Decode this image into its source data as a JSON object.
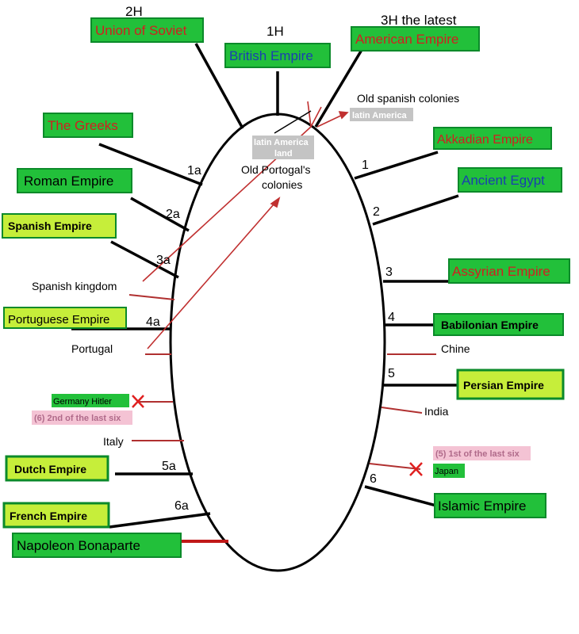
{
  "headings": {
    "h1": "1H",
    "h2": "2H",
    "h3": "3H the latest"
  },
  "top_empires": {
    "union_of_soviet": "Union of Soviet",
    "british_empire": "British Empire",
    "american_empire": "American Empire"
  },
  "left_empires": {
    "the_greeks": "The Greeks",
    "roman_empire": "Roman Empire",
    "spanish_empire": "Spanish Empire",
    "portuguese_empire": "Portuguese Empire",
    "dutch_empire": "Dutch Empire",
    "french_empire": "French Empire",
    "napoleon": "Napoleon Bonaparte"
  },
  "right_empires": {
    "akkadian_empire": "Akkadian Empire",
    "ancient_egypt": "Ancient Egypt",
    "assyrian_empire": "Assyrian Empire",
    "babilonian_empire": "Babilonian Empire",
    "persian_empire": "Persian Empire",
    "islamic_empire": "Islamic Empire"
  },
  "numbers": {
    "n1": "1",
    "n2": "2",
    "n3": "3",
    "n4": "4",
    "n5": "5",
    "n6": "6",
    "n1a": "1a",
    "n2a": "2a",
    "n3a": "3a",
    "n4a": "4a",
    "n5a": "5a",
    "n6a": "6a"
  },
  "labels": {
    "spanish_kingdom": "Spanish kingdom",
    "portugal": "Portugal",
    "italy": "Italy",
    "chine": "Chine",
    "india": "India",
    "germany_hitler": "Germany Hitler",
    "japan": "Japan",
    "second_of_last_six": "(6) 2nd of the last six",
    "first_of_last_six": "(5) 1st of the last six",
    "old_spanish_colonies": "Old spanish colonies",
    "latin_america": "latin America",
    "latin_america_land_1": "latin America",
    "latin_america_land_2": "land",
    "old_portugal_1": "Old Portogal's",
    "old_portugal_2": "colonies"
  },
  "colors": {
    "green_box": "#22c03a",
    "green_border": "#0b8a2a",
    "lime_box": "#c6ee3a",
    "red_text": "#d02020",
    "blue_text": "#1a3fb0",
    "pink_box": "#f4c3d4",
    "grey_box": "#c4c4c4",
    "dark_red_line": "#b03030"
  }
}
